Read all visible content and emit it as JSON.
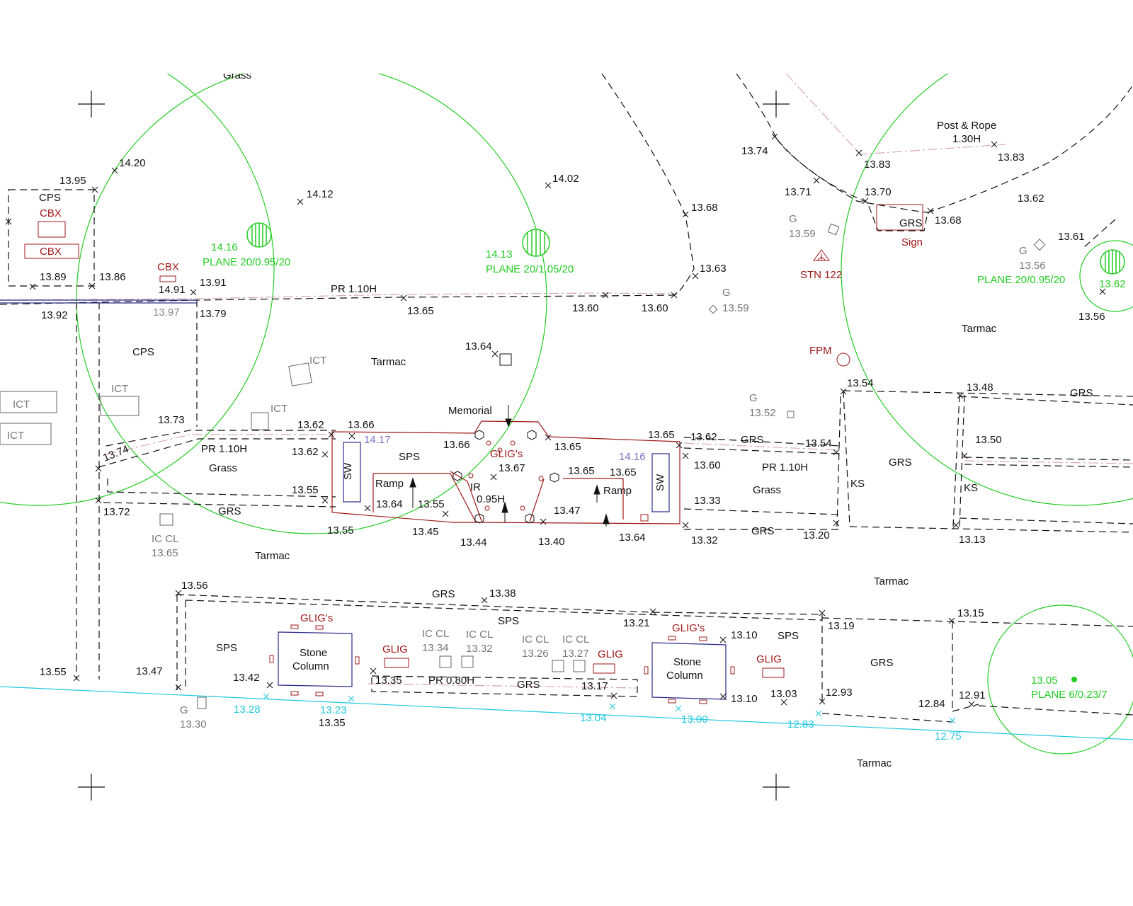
{
  "colors": {
    "black": "#111111",
    "grey": "#777777",
    "red": "#a01818",
    "green": "#22cc22",
    "cyan": "#22c8dd",
    "purple": "#7e6fc0",
    "blue": "#2a2a8a",
    "rope": "#d6a8b8"
  },
  "labels": {
    "l001": "Grass",
    "l002": "14.20",
    "l003": "13.95",
    "l004": "CPS",
    "l005": "CBX",
    "l006": "CBX",
    "l007": "13.89",
    "l008": "13.86",
    "l009": "CBX",
    "l010": "14.91",
    "l011": "13.91",
    "l012": "13.92",
    "l013": "13.97",
    "l014": "13.79",
    "l015": "CPS",
    "l016": "ICT",
    "l017": "ICT",
    "l018": "ICT",
    "l019": "13.73",
    "l020": "13.74",
    "l021": "13.72",
    "l022": "14.12",
    "l023": "14.16",
    "l024": "PLANE 20/0.95/20",
    "l025": "ICT",
    "l026": "ICT",
    "l027": "PR 1.10H",
    "l028": "13.62",
    "l029": "13.62",
    "l030": "Grass",
    "l031": "13.55",
    "l032": "GRS",
    "l033": "IC CL",
    "l034": "13.65",
    "l035": "Tarmac",
    "l036": "14.02",
    "l037": "14.13",
    "l038": "PLANE 20/1.05/20",
    "l039": "PR 1.10H",
    "l040": "13.65",
    "l041": "13.60",
    "l042": "13.60",
    "l043": "Tarmac",
    "l044": "13.64",
    "l045": "Memorial",
    "l046": "13.66",
    "l047": "14.17",
    "l048": "SW",
    "l049": "SPS",
    "l050": "13.66",
    "l051": "GLIG's",
    "l052": "13.65",
    "l053": "13.67",
    "l054": "Ramp",
    "l055": "IR",
    "l056": "0.95H",
    "l057": "13.64",
    "l058": "13.55",
    "l059": "13.65",
    "l060": "13.65",
    "l061": "Ramp",
    "l062": "14.16",
    "l063": "SW",
    "l064": "13.47",
    "l065": "13.55",
    "l066": "13.45",
    "l067": "13.44",
    "l068": "13.40",
    "l069": "13.64",
    "l070": "13.68",
    "l071": "13.63",
    "l072": "G",
    "l073": "13.59",
    "l074": "13.65",
    "l075": "13.62",
    "l076": "GRS",
    "l077": "13.60",
    "l078": "PR 1.10H",
    "l079": "Grass",
    "l080": "13.33",
    "l081": "13.32",
    "l082": "GRS",
    "l083": "13.74",
    "l084": "13.83",
    "l085": "Post & Rope",
    "l086": "1.30H",
    "l087": "13.83",
    "l088": "13.71",
    "l089": "13.70",
    "l090": "13.62",
    "l091": "G",
    "l092": "13.59",
    "l093": "GRS",
    "l094": "13.68",
    "l095": "Sign",
    "l096": "STN 122",
    "l097": "FPM",
    "l098": "G",
    "l099": "13.52",
    "l100": "13.54",
    "l101": "13.54",
    "l102": "KS",
    "l103": "GRS",
    "l104": "13.20",
    "l105": "13.48",
    "l106": "GRS",
    "l107": "13.50",
    "l108": "KS",
    "l109": "13.13",
    "l110": "G",
    "l111": "13.56",
    "l112": "13.61",
    "l113": "PLANE 20/0.95/20",
    "l114": "13.62",
    "l115": "13.56",
    "l116": "Tarmac",
    "l117": "Tarmac",
    "l118": "13.56",
    "l119": "GRS",
    "l120": "13.38",
    "l121": "SPS",
    "l122": "13.21",
    "l123": "SPS",
    "l124": "GLIG's",
    "l125": "Stone",
    "l126": "Column",
    "l127": "13.42",
    "l128": "13.47",
    "l129": "13.55",
    "l130": "G",
    "l131": "13.30",
    "l132": "13.28",
    "l133": "13.23",
    "l134": "13.35",
    "l135": "GLIG",
    "l136": "IC CL",
    "l137": "13.34",
    "l138": "IC CL",
    "l139": "13.32",
    "l140": "IC CL",
    "l141": "13.26",
    "l142": "IC CL",
    "l143": "13.27",
    "l144": "GLIG",
    "l145": "13.35",
    "l146": "PR 0.80H",
    "l147": "GRS",
    "l148": "13.17",
    "l149": "13.04",
    "l150": "GLIG's",
    "l151": "Stone",
    "l152": "Column",
    "l153": "13.10",
    "l154": "13.10",
    "l155": "13.00",
    "l156": "SPS",
    "l157": "GLIG",
    "l158": "13.03",
    "l159": "13.19",
    "l160": "12.93",
    "l161": "12.83",
    "l162": "GRS",
    "l163": "13.15",
    "l164": "12.84",
    "l165": "12.91",
    "l166": "12.75",
    "l167": "13.05",
    "l168": "PLANE 6/0.23/7",
    "l169": "Tarmac"
  }
}
